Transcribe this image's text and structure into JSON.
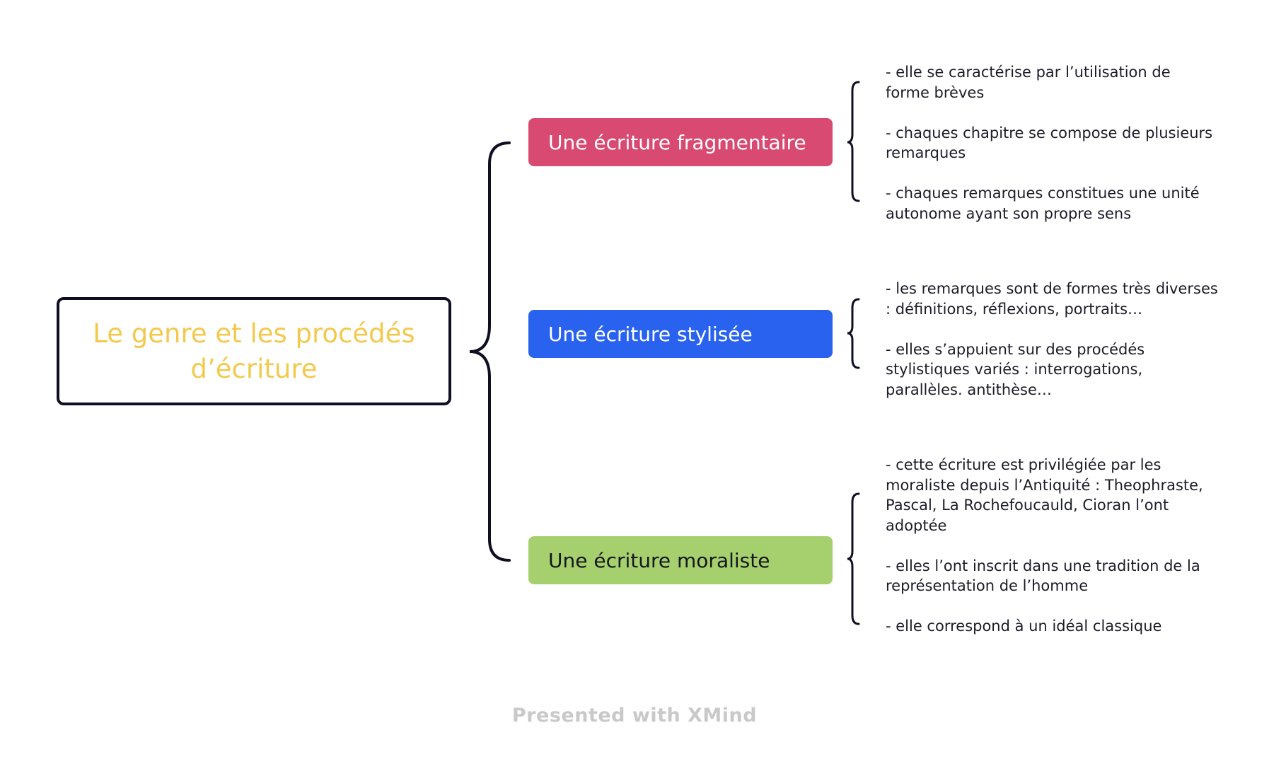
{
  "mindmap": {
    "root": {
      "title_line1": "Le genre et les procédés",
      "title_line2": "d’écriture",
      "color": "#f3c94d"
    },
    "branches": [
      {
        "label": "Une écriture fragmentaire",
        "color": "#d94a72",
        "notes": [
          "- elle se caractérise par l’utilisation de forme brèves",
          "- chaques chapitre se compose de plusieurs remarques",
          "- chaques remarques constitues une unité autonome ayant son propre sens"
        ]
      },
      {
        "label": "Une écriture stylisée",
        "color": "#2862ee",
        "notes": [
          "- les remarques sont de formes très diverses : définitions, réflexions, portraits…",
          "- elles s’appuient sur des procédés stylistiques variés : interrogations, parallèles. antithèse…"
        ]
      },
      {
        "label": "Une écriture moraliste",
        "color": "#a5d06d",
        "notes": [
          "- cette écriture est privilégiée par les moraliste depuis l’Antiquité : Theophraste, Pascal, La Rochefoucauld, Cioran l’ont adoptée",
          "- elles l’ont inscrit dans une tradition de la représentation de l’homme",
          "- elle correspond à un idéal classique"
        ]
      }
    ]
  },
  "footer": {
    "text": "Presented with XMind"
  }
}
